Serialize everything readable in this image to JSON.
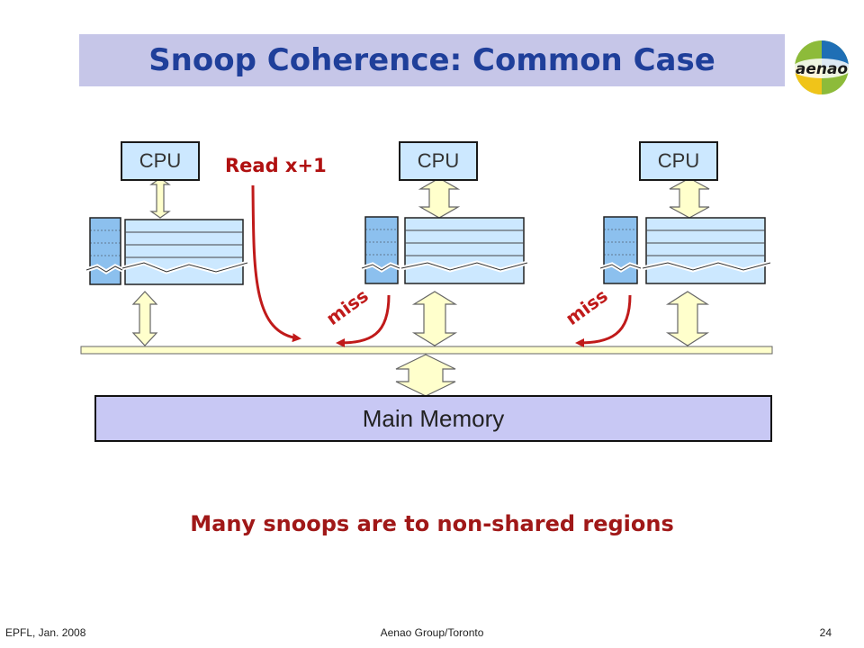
{
  "slide": {
    "title": "Snoop Coherence: Common Case",
    "logo_text": "aenao",
    "caption": "Many snoops are to non-shared regions"
  },
  "diagram": {
    "cpus": [
      {
        "label": "CPU"
      },
      {
        "label": "CPU"
      },
      {
        "label": "CPU"
      }
    ],
    "request_label": "Read x+1",
    "miss_labels": [
      "miss",
      "miss"
    ],
    "memory_label": "Main Memory"
  },
  "colors": {
    "title_bg": "#c6c6e8",
    "title_text": "#1f3f9a",
    "cpu_fill": "#cce8ff",
    "cache_fill": "#cce8ff",
    "tag_fill": "#8cc0ee",
    "arrow_fill": "#ffffcc",
    "bus_fill": "#ffffcc",
    "memory_fill": "#c8c8f4",
    "accent_red": "#c01a1a"
  },
  "footer": {
    "left": "EPFL, Jan. 2008",
    "center": "Aenao Group/Toronto",
    "page": "24"
  }
}
